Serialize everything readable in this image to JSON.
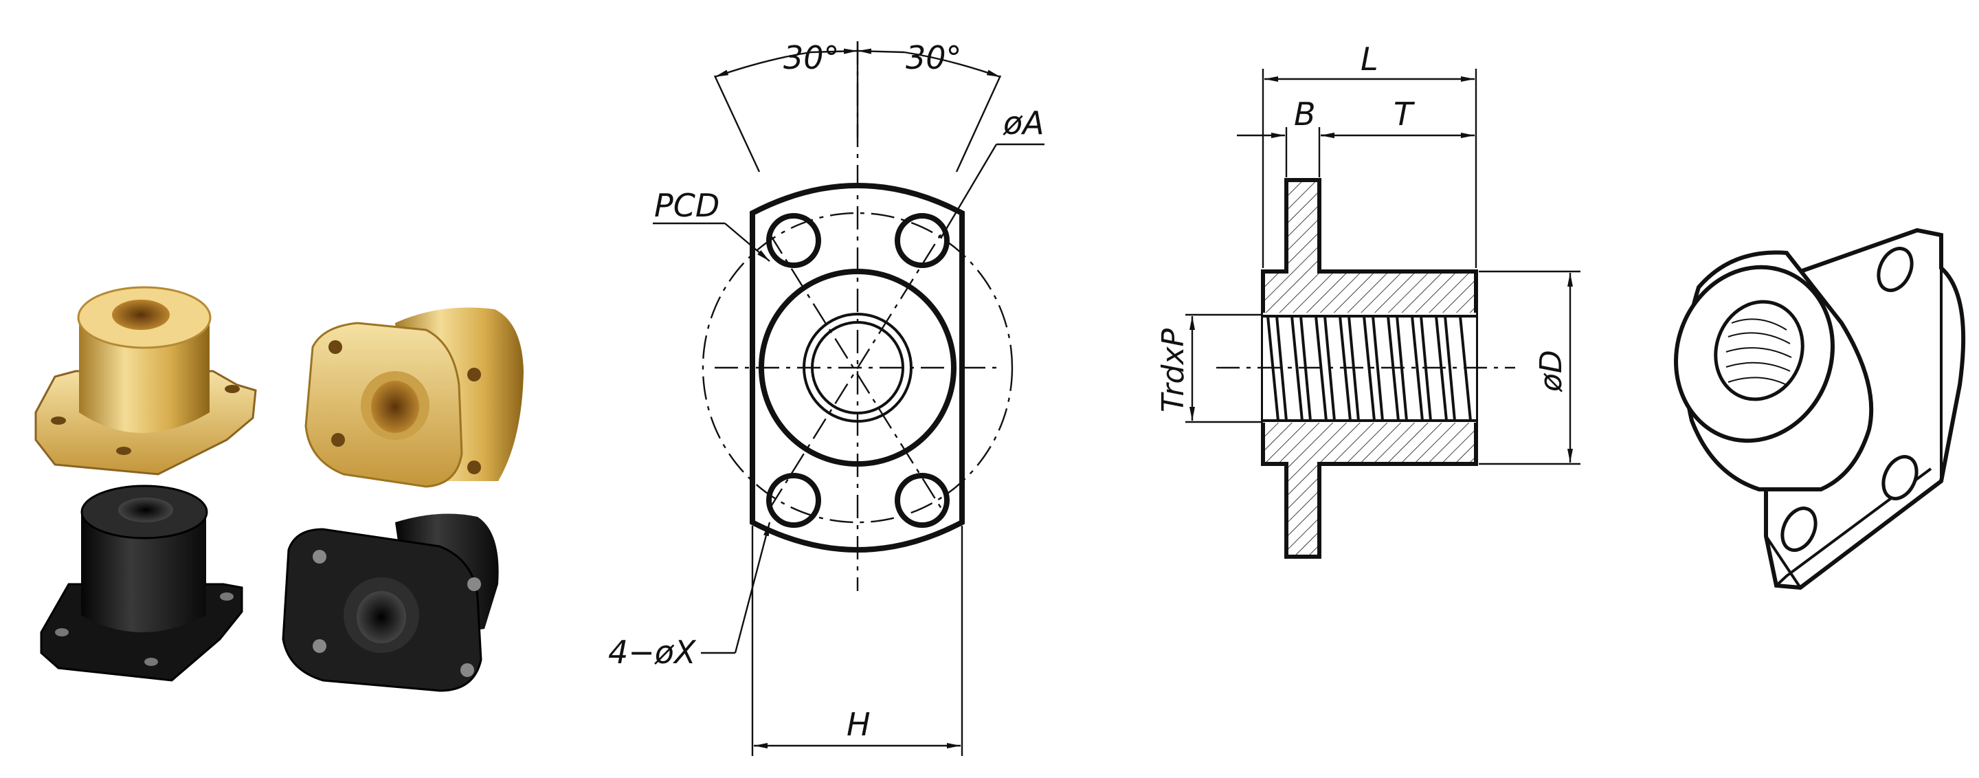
{
  "labels": {
    "angle_left": "30°",
    "angle_right": "30°",
    "dia_a": "øA",
    "pcd": "PCD",
    "holes": "4−øX",
    "width_h": "H",
    "length_l": "L",
    "flange_b": "B",
    "body_t": "T",
    "thread": "TrdxP",
    "dia_d": "øD"
  },
  "colors": {
    "brass_light": "#f0d58a",
    "brass": "#d7ac4c",
    "brass_dark": "#9c7321",
    "black_part": "#1a1a1a",
    "line": "#111111"
  }
}
